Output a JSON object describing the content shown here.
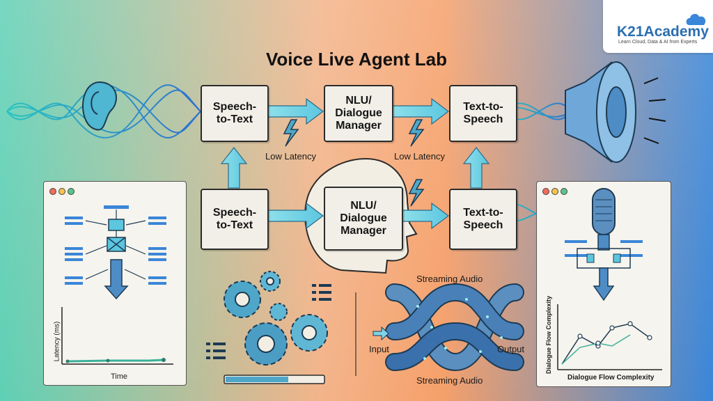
{
  "title": "Voice Live Agent Lab",
  "logo": {
    "name": "K21Academy",
    "tagline": "Learn Cloud, Data & AI from Experts"
  },
  "pipeline_top": {
    "speech_to_text": "Speech-\nto-Text",
    "nlu": "NLU/\nDialogue\nManager",
    "tts": "Text-to-\nSpeech",
    "latency_left": "Low Latency",
    "latency_right": "Low Latency"
  },
  "pipeline_bottom": {
    "speech_to_text": "Speech-\nto-Text",
    "nlu": "NLU/\nDialogue\nManager",
    "tts": "Text-to-\nSpeech"
  },
  "latency_panel": {
    "ylabel": "Latency (ms)",
    "xlabel": "Time"
  },
  "streaming": {
    "top_label": "Streaming Audio",
    "bottom_label": "Streaming Audio",
    "input": "Input",
    "output": "Output"
  },
  "complexity_panel": {
    "ylabel": "Dialogue Flow Complexity",
    "xlabel": "Dialogue Flow Complexity"
  },
  "colors": {
    "accent_blue": "#3a86d8",
    "teal": "#5fd0b5",
    "orange": "#f6a06a",
    "arrow_fill": "#7fd3e8"
  },
  "icons": [
    "ear-icon",
    "speaker-icon",
    "lightning-icon",
    "head-icon",
    "microphone-icon",
    "gears-icon",
    "pipes-icon",
    "cloud-icon"
  ]
}
